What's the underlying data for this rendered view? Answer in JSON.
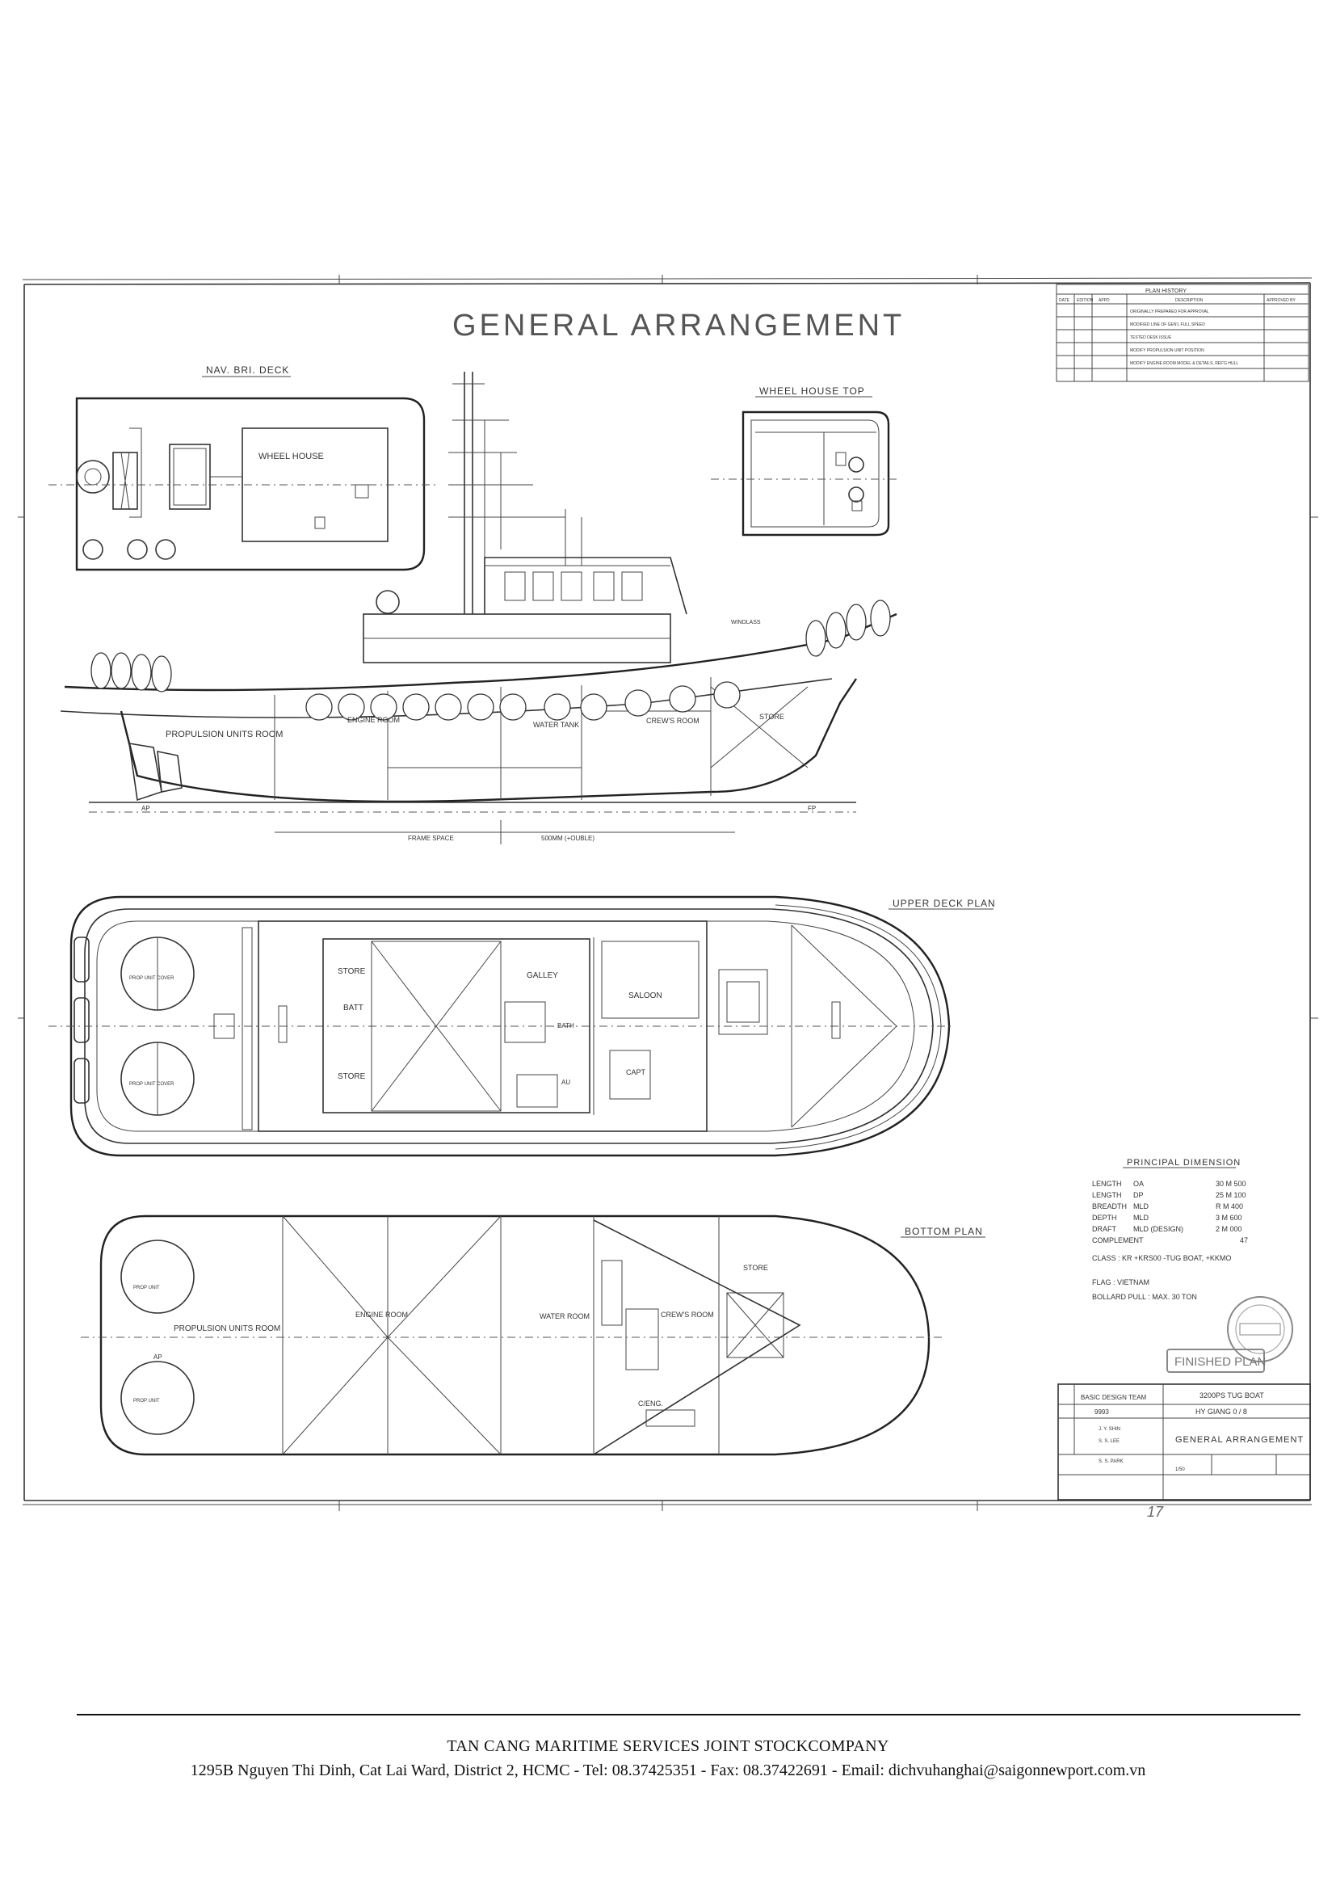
{
  "drawing": {
    "title": "GENERAL ARRANGEMENT",
    "views": {
      "nav_bridge_deck": "NAV. BRI. DECK",
      "wheel_house_top": "WHEEL HOUSE TOP",
      "upper_deck_plan": "UPPER DECK PLAN",
      "bottom_plan": "BOTTOM PLAN"
    },
    "nav_labels": {
      "wheel_house": "WHEEL HOUSE"
    },
    "profile_labels": {
      "propulsion_units_room": "PROPULSION UNITS ROOM",
      "engine_room": "ENGINE ROOM",
      "water_tank": "WATER TANK",
      "crews_room": "CREW'S ROOM",
      "store": "STORE",
      "windlass": "WINDLASS",
      "frame_space": "FRAME SPACE",
      "frame_space_value": "500MM (+OUBLE)",
      "ap": "AP",
      "fp": "FP"
    },
    "upper_deck_labels": {
      "store_1": "STORE",
      "batt": "BATT",
      "store_2": "STORE",
      "galley": "GALLEY",
      "bath": "BATH",
      "saloon": "SALOON",
      "capt": "CAPT",
      "au": "AU",
      "prop_unit_cover_1": "PROP UNIT COVER",
      "prop_unit_cover_2": "PROP UNIT COVER"
    },
    "bottom_labels": {
      "propulsion_units_room": "PROPULSION UNITS ROOM",
      "engine_room": "ENGINE ROOM",
      "water_room": "WATER ROOM",
      "crews_room": "CREW'S ROOM",
      "store": "STORE",
      "c_eng": "C/ENG.",
      "prop_unit_1": "PROP UNIT",
      "prop_unit_2": "PROP UNIT",
      "ap": "AP"
    },
    "principal_dimension": {
      "title": "PRINCIPAL DIMENSION",
      "rows": [
        {
          "label": "LENGTH",
          "sub": "OA",
          "value": "30 M 500"
        },
        {
          "label": "LENGTH",
          "sub": "DP",
          "value": "25 M 100"
        },
        {
          "label": "BREADTH",
          "sub": "MLD",
          "value": "R M 400"
        },
        {
          "label": "DEPTH",
          "sub": "MLD",
          "value": "3 M 600"
        },
        {
          "label": "DRAFT",
          "sub": "MLD (DESIGN)",
          "value": "2 M 000"
        },
        {
          "label": "COMPLEMENT",
          "sub": "",
          "value": "47"
        }
      ],
      "class": "CLASS : KR +KRS00 -TUG BOAT, +KKMO",
      "flag": "FLAG : VIETNAM",
      "bollard": "BOLLARD PULL : MAX. 30 TON"
    },
    "stamp": {
      "finished_plan": "FINISHED PLAN"
    },
    "plan_history": {
      "title": "PLAN HISTORY",
      "headers": [
        "DATE",
        "EDITION",
        "APPD",
        "DESCRIPTION",
        "APPROVED BY"
      ],
      "rows": [
        "ORIGINALLY PREPARED FOR APPROVAL",
        "MODIFIED LINE OF GEN'L FULL SPEED",
        "TESTED DESK ISSUE",
        "MODIFY PROPULSION UNIT POSITION",
        "MODIFY ENGINE ROOM MODEL & DETAILS, REF'G HULL"
      ]
    },
    "title_block": {
      "dept": "BASIC DESIGN TEAM",
      "ship_type": "3200PS TUG BOAT",
      "ship_no": "9993",
      "ship_name": "HY GIANG 0 / 8",
      "drawing_name": "GENERAL ARRANGEMENT",
      "approved": "J. Y. SHIN",
      "checked": "S. S. LEE",
      "drawn": "S. S. PARK",
      "scale": "1/50",
      "page_mark": "17"
    }
  },
  "footer": {
    "company": "TAN CANG MARITIME SERVICES JOINT STOCKCOMPANY",
    "address": "1295B Nguyen Thi Dinh, Cat Lai Ward, District 2, HCMC - Tel: 08.37425351 - Fax: 08.37422691 - Email: dichvuhanghai@saigonnewport.com.vn"
  }
}
